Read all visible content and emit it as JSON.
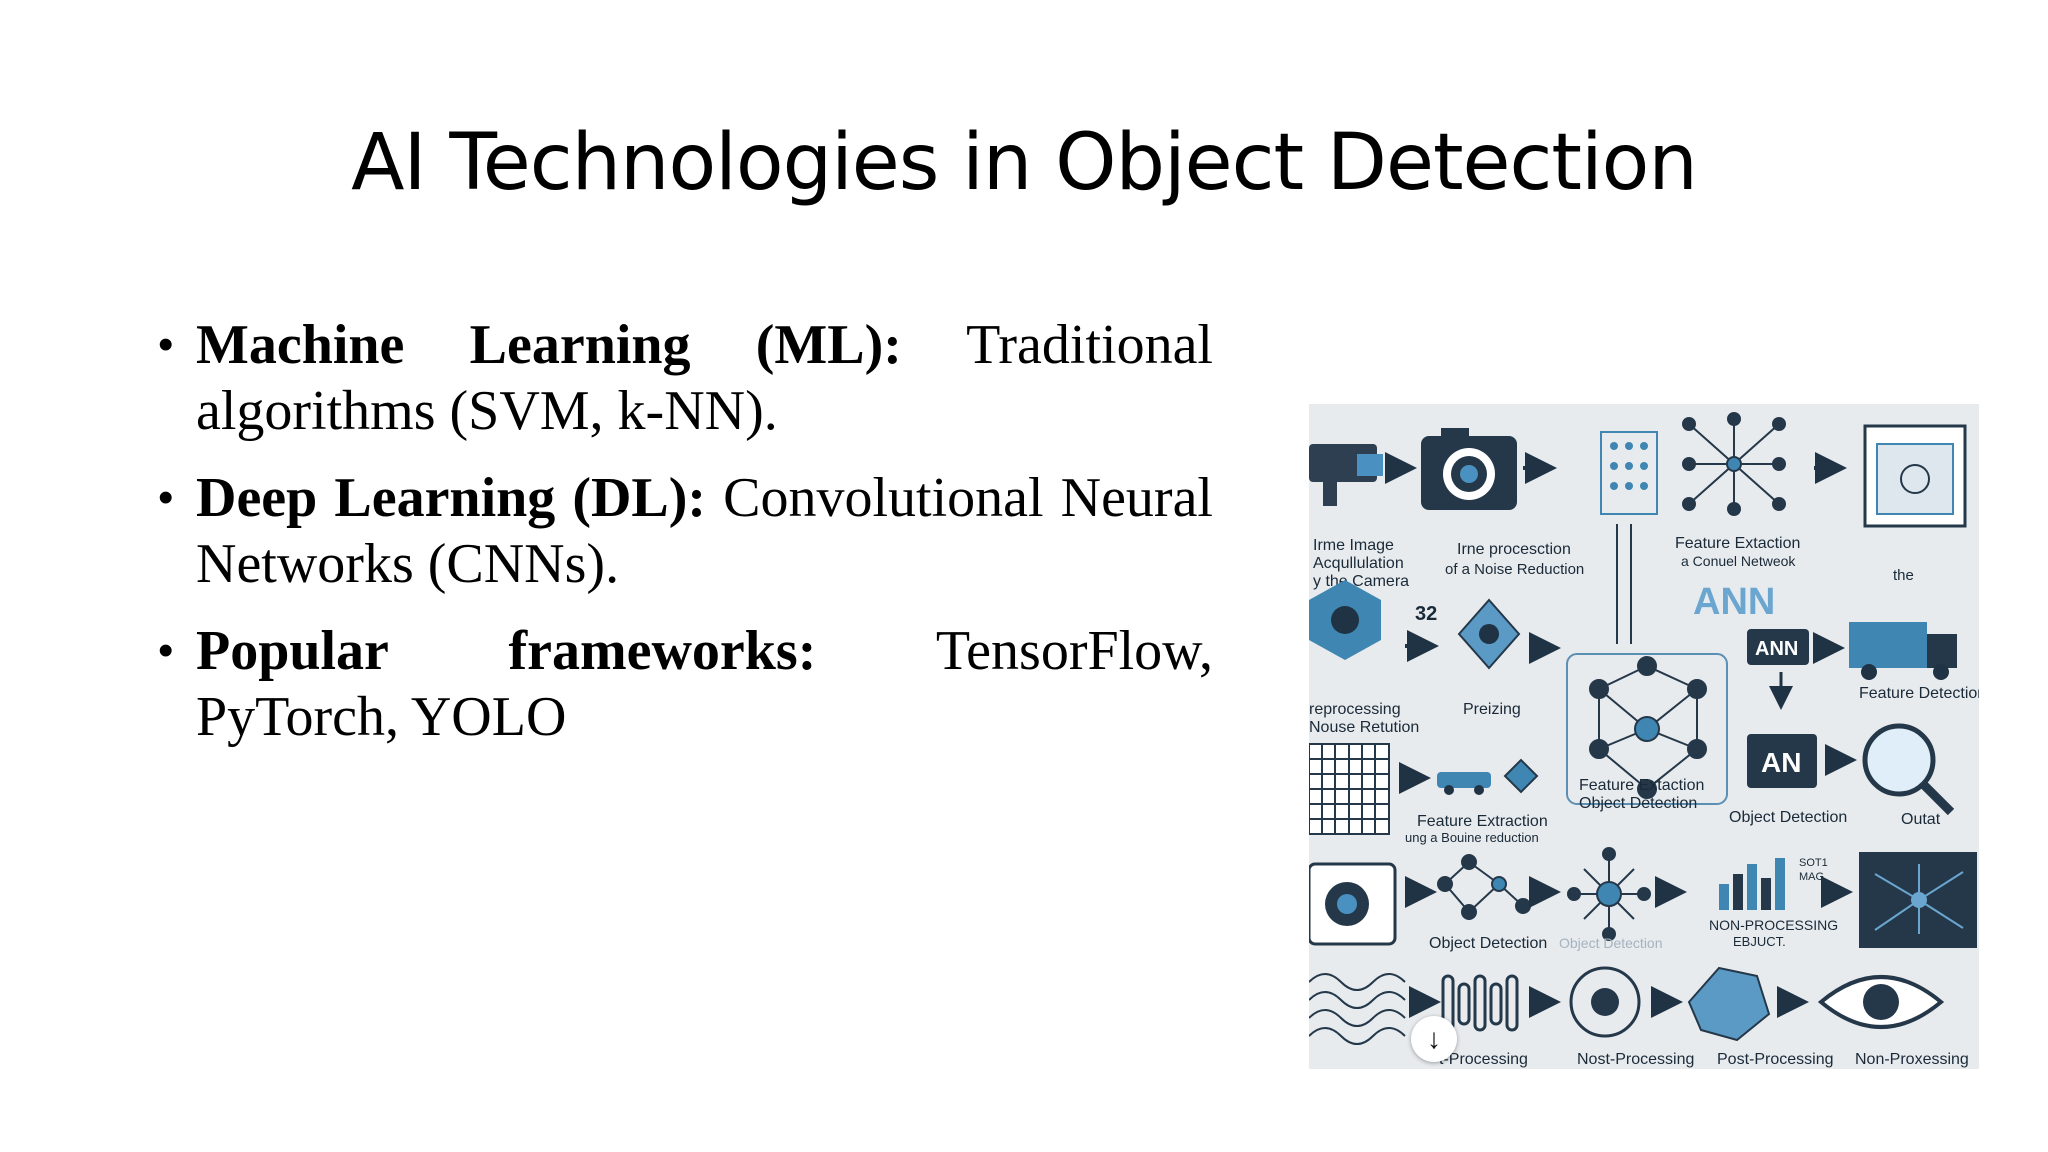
{
  "slide": {
    "title": "AI Technologies in Object Detection",
    "bullets": [
      {
        "term": "Machine Learning (ML):",
        "text": " Traditional algorithms (SVM, k-NN)."
      },
      {
        "term": "Deep Learning (DL):",
        "text": " Convolutional Neural Networks (CNNs)."
      },
      {
        "term": "Popular frameworks:",
        "text": " TensorFlow, PyTorch, YOLO"
      }
    ],
    "bullet_glyph": "•"
  },
  "figure": {
    "labels": {
      "acq1": "Irme Image",
      "acq2": "Acqullulation",
      "acq3": "y the Camera",
      "proc1": "Irne procesction",
      "proc2": "of a Noise Reduction",
      "feat1": "Feature Extaction",
      "feat2": "a Conuel Netweok",
      "the": "the",
      "n32": "32",
      "ann_big": "ANN",
      "ann_box": "ANN",
      "feature_detection": "Feature Detection",
      "pre1": "reprocessing",
      "pre2": "Nouse Retution",
      "presizing": "Preizing",
      "an": "AN",
      "fe_mid1": "Feature Extaction",
      "fe_mid2": "Object Detection",
      "fe_low1": "Feature Extraction",
      "fe_low2": "ung a Bouine reduction",
      "obj_det_r": "Object Detection",
      "output": "Outat",
      "obj_det_l": "Object Detection",
      "obj_det_faint": "Object Detection",
      "np1": "NON-PROCESSING",
      "np2": "EBJUCT.",
      "bar_tag1": "SOT1",
      "bar_tag2": "MAG",
      "b1": "t-Processing",
      "b2": "Nost-Processing",
      "b3": "Post-Processing",
      "b4": "Non-Proxessing"
    },
    "download_glyph": "↓",
    "colors": {
      "accent": "#3f86b3",
      "dark": "#1f3344",
      "bg": "#e8ebee"
    }
  }
}
